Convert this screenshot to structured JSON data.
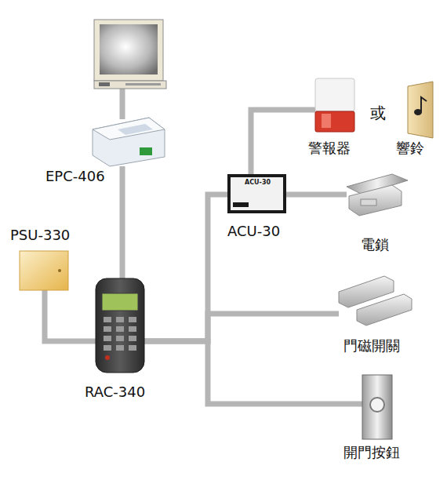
{
  "diagram": {
    "nodes": [
      {
        "text": [
          "EPC-406"
        ]
      },
      {
        "text": [
          "警報器"
        ]
      },
      {
        "text": [
          "響鈴"
        ]
      },
      {
        "text": [
          "ACU-30"
        ]
      },
      {
        "text": [
          "電鎖"
        ]
      },
      {
        "text": [
          "PSU-330"
        ]
      },
      {
        "text": [
          "RAC-340"
        ]
      },
      {
        "text": [
          "門磁開關"
        ]
      },
      {
        "text": [
          "開門按鈕"
        ]
      }
    ],
    "edges": [
      {
        "from": 0,
        "to": 6,
        "arrow": "none"
      },
      {
        "from": 5,
        "to": 6,
        "arrow": "none"
      },
      {
        "from": 6,
        "to": 3,
        "arrow": "none"
      },
      {
        "from": 6,
        "to": 7,
        "arrow": "none"
      },
      {
        "from": 6,
        "to": 8,
        "arrow": "none"
      },
      {
        "from": 3,
        "to": 1,
        "arrow": "none"
      },
      {
        "from": 3,
        "to": 4,
        "arrow": "none"
      }
    ],
    "labels": [
      "或",
      "ACU-30"
    ]
  }
}
